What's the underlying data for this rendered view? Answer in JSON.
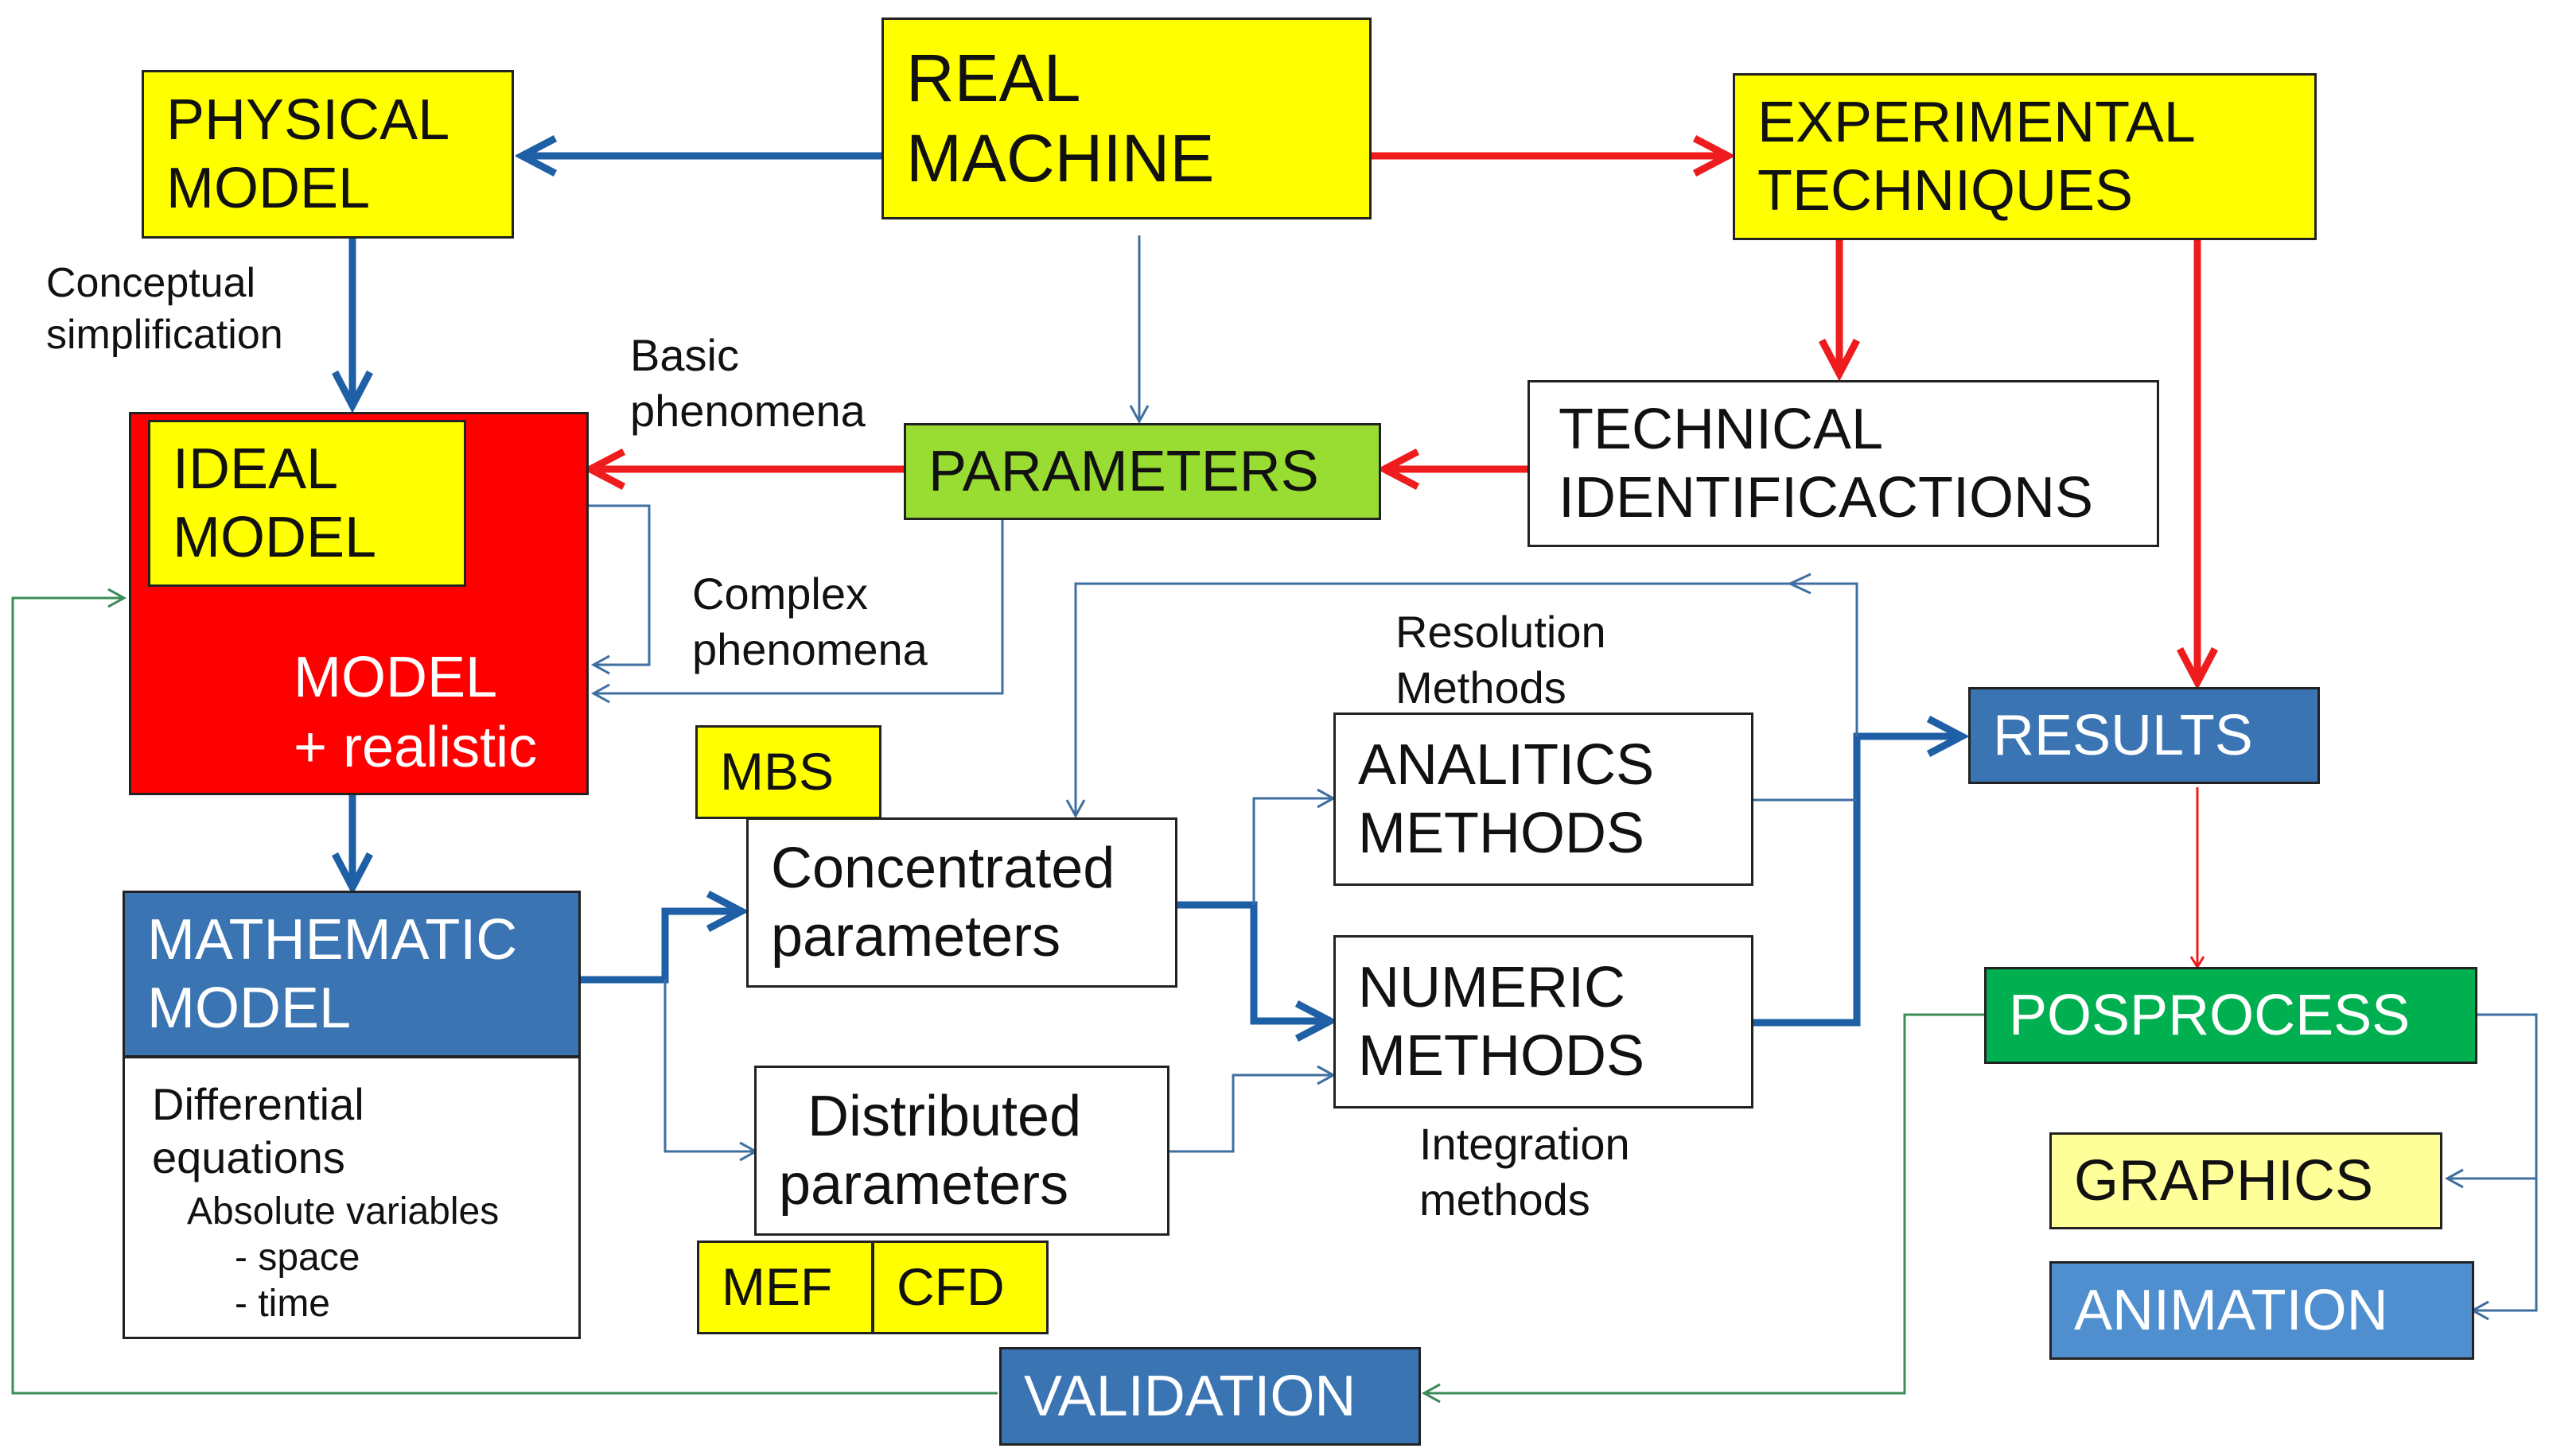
{
  "colors": {
    "blue_arrow": "#1f5fa6",
    "red_arrow": "#ee1c1c",
    "green_line": "#3c8c5a",
    "thin_blue": "#3f6fa0"
  },
  "nodes": {
    "real_machine": [
      "REAL",
      "MACHINE"
    ],
    "physical_model": [
      "PHYSICAL",
      "MODEL"
    ],
    "experimental_techniques": [
      "EXPERIMENTAL",
      "TECHNIQUES"
    ],
    "ideal_model": [
      "IDEAL",
      "MODEL"
    ],
    "model_realistic": [
      "MODEL",
      "+ realistic"
    ],
    "parameters": "PARAMETERS",
    "technical_identifications": [
      "TECHNICAL",
      "IDENTIFICACTIONS"
    ],
    "mathematic_model": [
      "MATHEMATIC",
      "MODEL"
    ],
    "math_details": [
      "Differential",
      "equations"
    ],
    "math_variables": [
      "Absolute variables",
      "- space",
      "- time"
    ],
    "mbs": "MBS",
    "concentrated_parameters": [
      "Concentrated",
      "parameters"
    ],
    "distributed_parameters": [
      "Distributed",
      "parameters"
    ],
    "mef": "MEF",
    "cfd": "CFD",
    "analitics_methods": [
      "ANALITICS",
      "METHODS"
    ],
    "numeric_methods": [
      "NUMERIC",
      "METHODS"
    ],
    "results": "RESULTS",
    "posprocess": "POSPROCESS",
    "graphics": "GRAPHICS",
    "animation": "ANIMATION",
    "validation": "VALIDATION"
  },
  "annotations": {
    "conceptual_simplification": [
      "Conceptual",
      "simplification"
    ],
    "basic_phenomena": [
      "Basic",
      "phenomena"
    ],
    "complex_phenomena": [
      "Complex",
      "phenomena"
    ],
    "resolution_methods": [
      "Resolution",
      "Methods"
    ],
    "integration_methods": [
      "Integration",
      "methods"
    ]
  }
}
